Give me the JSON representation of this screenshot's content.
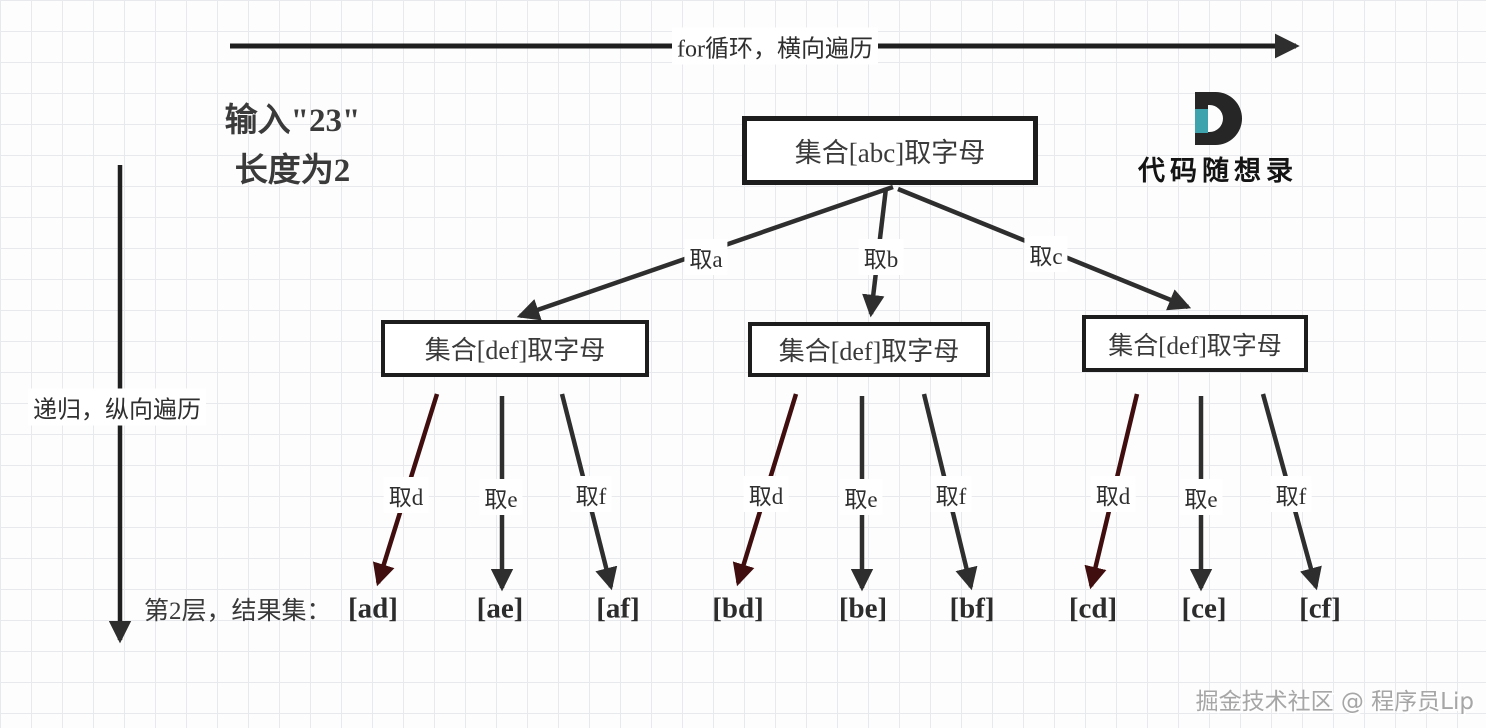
{
  "header": {
    "top_arrow_label": "for循环，横向遍历",
    "input_line1": "输入\"23\"",
    "input_line2": "长度为2"
  },
  "left_axis": {
    "label": "递归，纵向遍历"
  },
  "logo": {
    "letter": "D",
    "title": "代码随想录",
    "teal_color": "#3fa3ad",
    "ink_color": "#262626"
  },
  "tree": {
    "root_label": "集合[abc]取字母",
    "child_labels": [
      "集合[def]取字母",
      "集合[def]取字母",
      "集合[def]取字母"
    ],
    "level1_edges": [
      "取a",
      "取b",
      "取c"
    ],
    "level2_edges": [
      "取d",
      "取e",
      "取f"
    ],
    "edge_dark_color": "#2e2e2e",
    "edge_red_color": "#400e0e"
  },
  "results": {
    "label": "第2层，结果集：",
    "values": [
      "[ad]",
      "[ae]",
      "[af]",
      "[bd]",
      "[be]",
      "[bf]",
      "[cd]",
      "[ce]",
      "[cf]"
    ]
  },
  "watermark": {
    "text": "掘金技术社区 @ 程序员Lip"
  }
}
